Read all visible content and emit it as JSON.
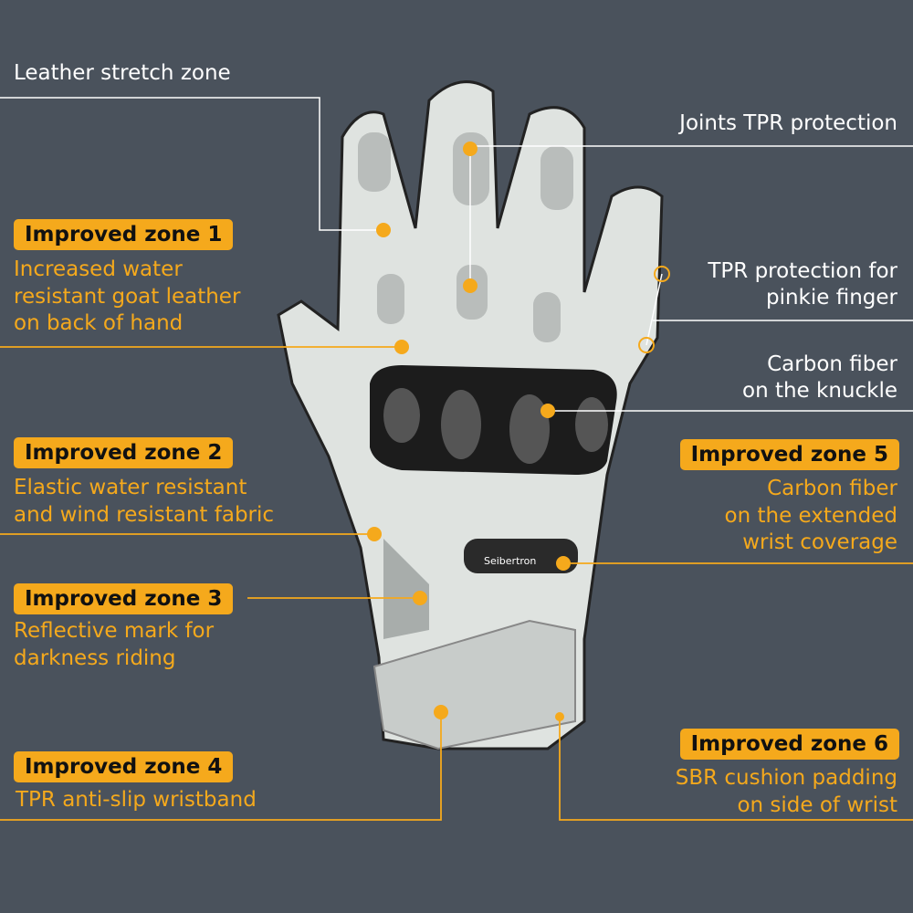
{
  "colors": {
    "background": "#4a525c",
    "accent": "#f5a91c",
    "text": "#ffffff"
  },
  "callouts": {
    "leather_stretch": "Leather stretch zone",
    "joints_tpr": "Joints TPR protection",
    "pinkie": [
      "TPR protection for",
      "pinkie finger"
    ],
    "knuckle": [
      "Carbon fiber",
      "on the knuckle"
    ]
  },
  "zones": [
    {
      "badge": "Improved zone 1",
      "lines": [
        "Increased water",
        "resistant goat leather",
        "on back of hand"
      ]
    },
    {
      "badge": "Improved zone 2",
      "lines": [
        "Elastic water resistant",
        "and wind resistant fabric"
      ]
    },
    {
      "badge": "Improved zone 3",
      "lines": [
        "Reflective mark for",
        "darkness riding"
      ]
    },
    {
      "badge": "Improved zone 4",
      "lines": [
        "TPR anti-slip wristband"
      ]
    },
    {
      "badge": "Improved zone 5",
      "lines": [
        "Carbon fiber",
        "on the extended",
        "wrist coverage"
      ]
    },
    {
      "badge": "Improved zone 6",
      "lines": [
        "SBR cushion padding",
        "on side of wrist"
      ]
    }
  ],
  "product": {
    "brand_mark": "Seibertron"
  }
}
